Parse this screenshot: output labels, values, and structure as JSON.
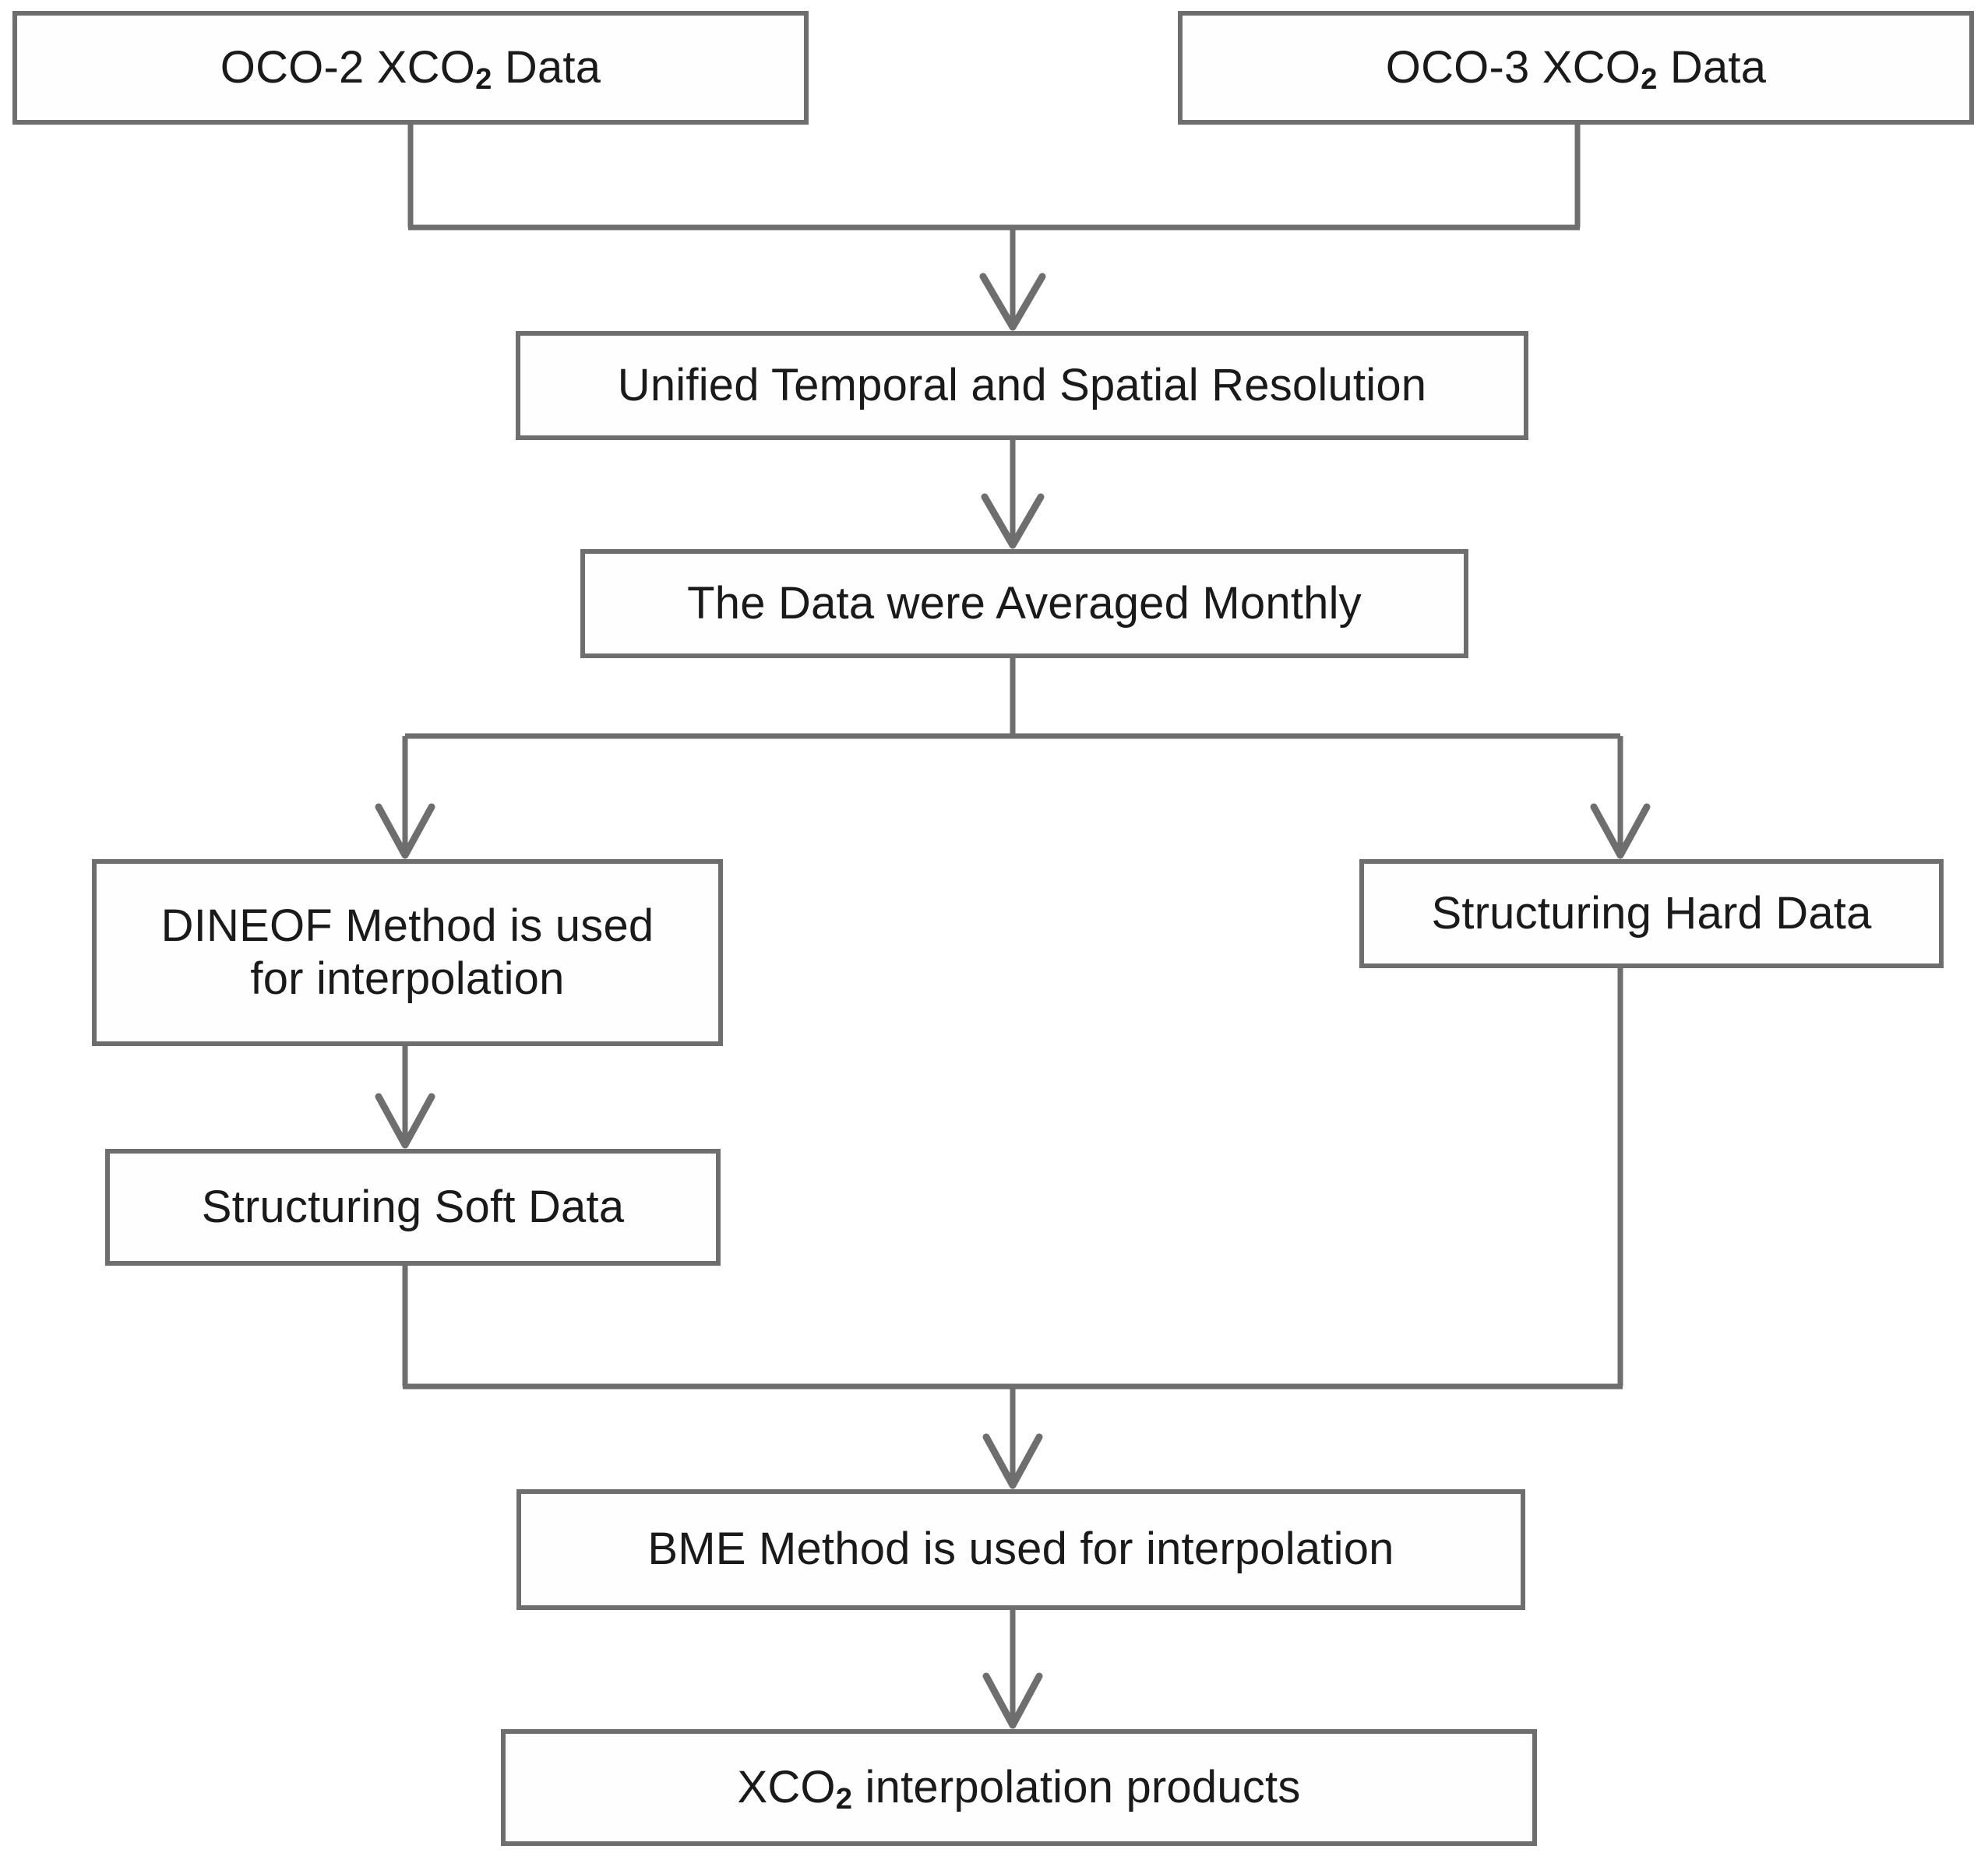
{
  "diagram": {
    "title": "XCO2 interpolation workflow flowchart",
    "type": "flowchart",
    "orientation": "top-to-bottom",
    "colors": {
      "box_border": "#6e6e6e",
      "connector": "#6e6e6e",
      "text": "#1a1a1a",
      "background": "#ffffff"
    },
    "nodes": [
      {
        "id": "oco2",
        "label_pre": "OCO-2 XCO",
        "sub": "2",
        "label_post": " Data"
      },
      {
        "id": "oco3",
        "label_pre": "OCO-3 XCO",
        "sub": "2",
        "label_post": " Data"
      },
      {
        "id": "unified",
        "label_pre": "Unified Temporal and Spatial Resolution",
        "sub": "",
        "label_post": ""
      },
      {
        "id": "averaged",
        "label_pre": "The Data were Averaged Monthly",
        "sub": "",
        "label_post": ""
      },
      {
        "id": "dineof",
        "label_pre": "DINEOF Method is used\nfor interpolation",
        "sub": "",
        "label_post": ""
      },
      {
        "id": "hard",
        "label_pre": "Structuring Hard Data",
        "sub": "",
        "label_post": ""
      },
      {
        "id": "soft",
        "label_pre": "Structuring Soft Data",
        "sub": "",
        "label_post": ""
      },
      {
        "id": "bme",
        "label_pre": "BME Method is used for interpolation",
        "sub": "",
        "label_post": ""
      },
      {
        "id": "products",
        "label_pre": "XCO",
        "sub": "2",
        "label_post": " interpolation products"
      }
    ],
    "edges": [
      {
        "from": "oco2",
        "to": "unified",
        "style": "elbow-merge"
      },
      {
        "from": "oco3",
        "to": "unified",
        "style": "elbow-merge"
      },
      {
        "from": "unified",
        "to": "averaged",
        "style": "straight-arrow"
      },
      {
        "from": "averaged",
        "to": "dineof",
        "style": "elbow-split-left"
      },
      {
        "from": "averaged",
        "to": "hard",
        "style": "elbow-split-right"
      },
      {
        "from": "dineof",
        "to": "soft",
        "style": "straight-arrow"
      },
      {
        "from": "soft",
        "to": "bme",
        "style": "elbow-merge"
      },
      {
        "from": "hard",
        "to": "bme",
        "style": "elbow-merge"
      },
      {
        "from": "bme",
        "to": "products",
        "style": "straight-arrow"
      }
    ]
  }
}
